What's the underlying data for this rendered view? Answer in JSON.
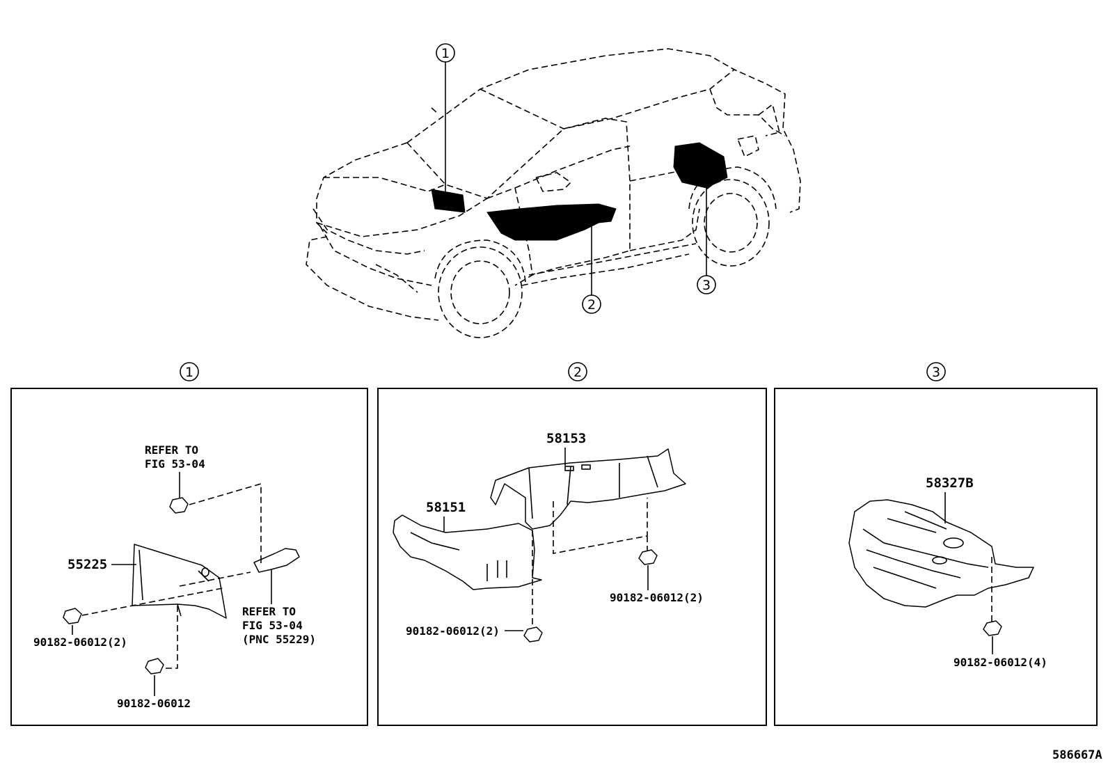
{
  "diagram_code": "586667A",
  "vehicle": {
    "callouts": [
      "1",
      "2",
      "3"
    ]
  },
  "panels": [
    {
      "callout": "1",
      "refer_top": [
        "REFER TO",
        "FIG 53-04"
      ],
      "part_number": "55225",
      "fastener_left": "90182-06012(2)",
      "fastener_bottom": "90182-06012",
      "refer_right": [
        "REFER TO",
        "FIG 53-04",
        "(PNC 55229)"
      ]
    },
    {
      "callout": "2",
      "part_upper": "58153",
      "part_lower": "58151",
      "fastener_left": "90182-06012(2)",
      "fastener_right": "90182-06012(2)"
    },
    {
      "callout": "3",
      "part_number": "58327B",
      "fastener": "90182-06012(4)"
    }
  ]
}
